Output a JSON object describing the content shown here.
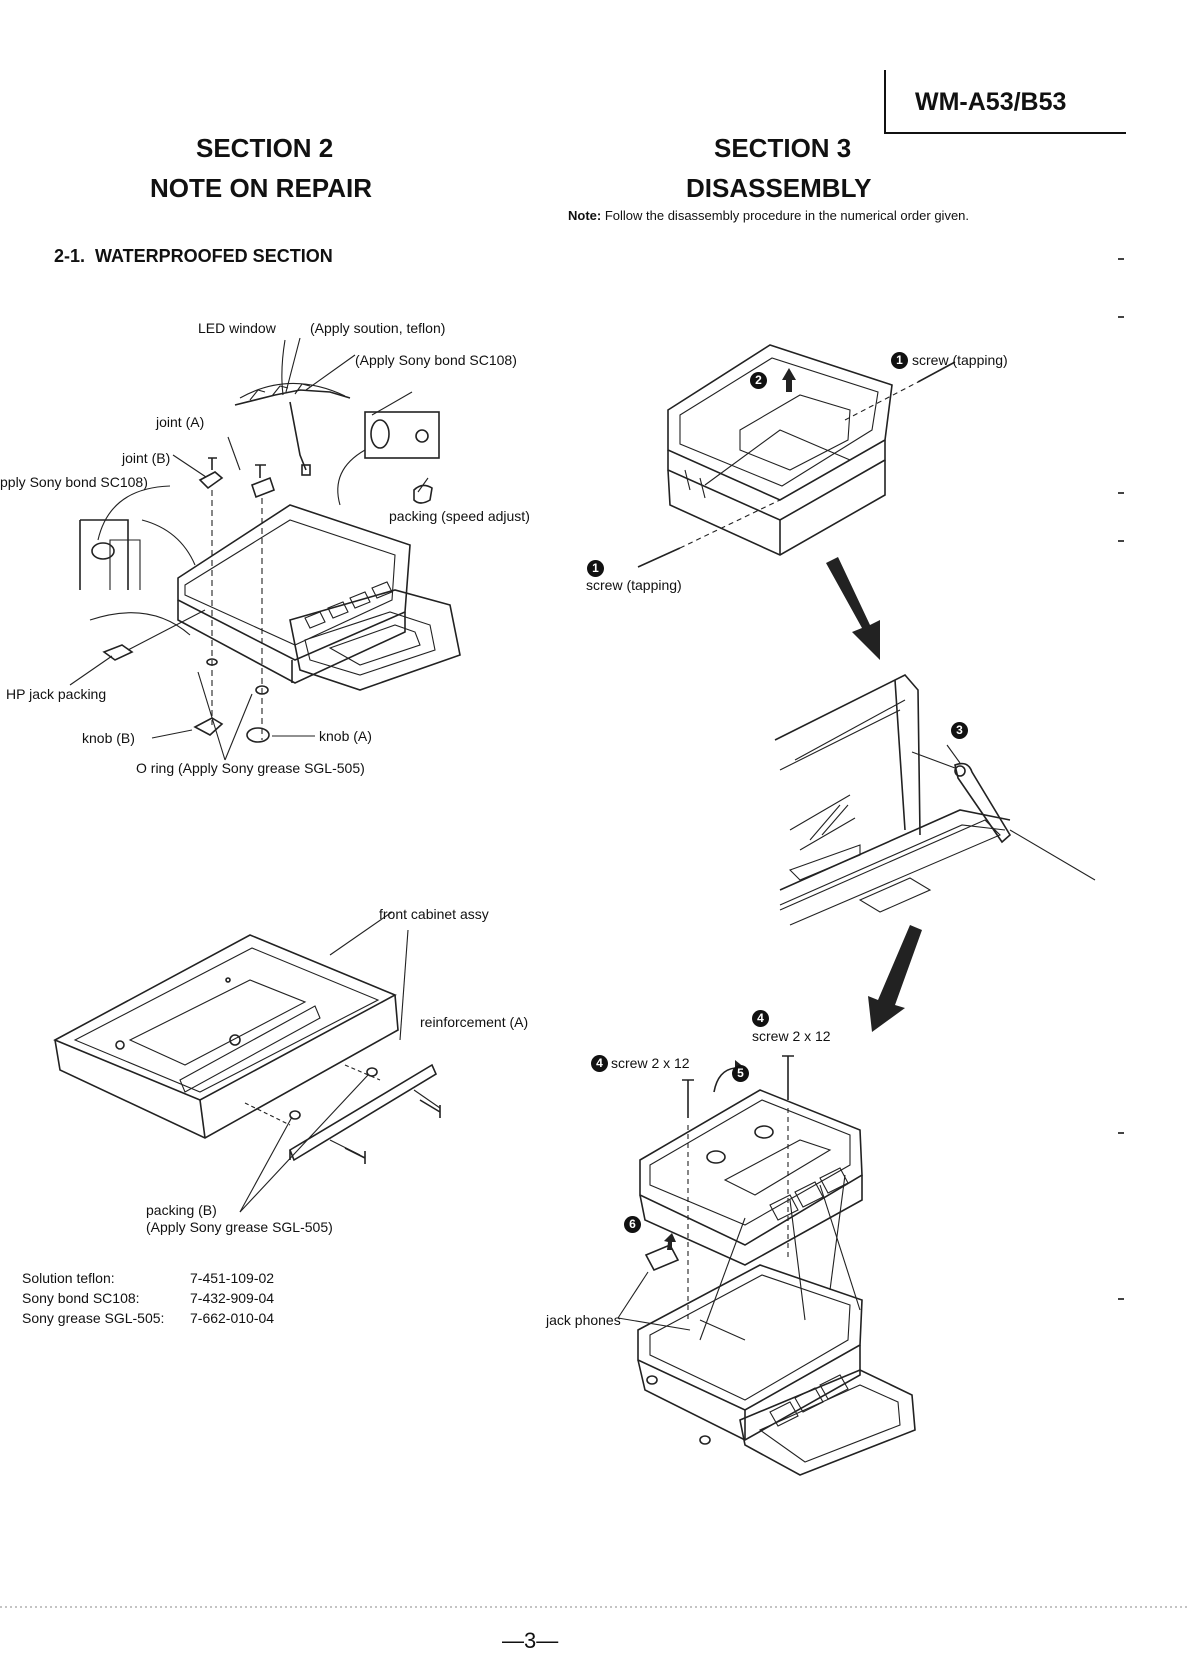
{
  "model": "WM-A53/B53",
  "section2": {
    "title": "SECTION 2",
    "subtitle": "NOTE ON REPAIR",
    "subsection": "2-1.  WATERPROOFED SECTION",
    "labels": {
      "led_window": "LED window",
      "apply_solution": "(Apply soution, teflon)",
      "apply_bond_top": "(Apply Sony bond SC108)",
      "joint_a": "joint (A)",
      "joint_b": "joint (B)",
      "apply_bond_left": "pply Sony bond SC108)",
      "packing_speed": "packing (speed adjust)",
      "hp_jack": "HP jack packing",
      "knob_b": "knob (B)",
      "knob_a": "knob (A)",
      "o_ring": "O ring (Apply Sony grease SGL-505)",
      "front_cabinet": "front cabinet assy",
      "reinforcement": "reinforcement (A)",
      "packing_b": "packing (B)",
      "apply_grease": "(Apply Sony grease SGL-505)"
    },
    "parts_list": [
      {
        "name": "Solution teflon:",
        "number": "7-451-109-02"
      },
      {
        "name": "Sony bond SC108:",
        "number": "7-432-909-04"
      },
      {
        "name": "Sony grease SGL-505:",
        "number": "7-662-010-04"
      }
    ]
  },
  "section3": {
    "title": "SECTION 3",
    "subtitle": "DISASSEMBLY",
    "note_label": "Note:",
    "note_text": "Follow the disassembly procedure in the numerical order given.",
    "steps": {
      "n1": "1",
      "n2": "2",
      "n3": "3",
      "n4": "4",
      "n5": "5",
      "n6": "6"
    },
    "labels": {
      "screw_tapping_top": "screw (tapping)",
      "screw_tapping_bottom": "screw (tapping)",
      "screw_2x12_right": "screw 2 x 12",
      "screw_2x12_left": "screw 2 x 12",
      "jack_phones": "jack phones"
    }
  },
  "page_number": "—3—"
}
